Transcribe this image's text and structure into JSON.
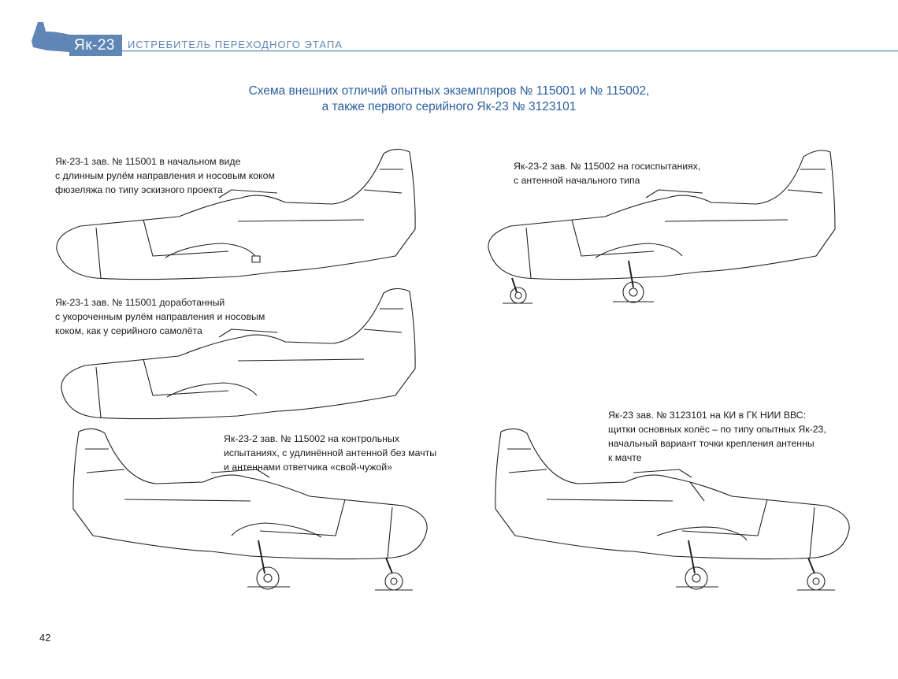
{
  "header": {
    "model": "Як-23",
    "series_title": "ИСТРЕБИТЕЛЬ ПЕРЕХОДНОГО ЭТАПА",
    "colors": {
      "tab": "#5f86b5",
      "rule": "#6e90bd"
    },
    "logo": "aircraft-silhouette-icon"
  },
  "title": {
    "line1": "Схема внешних отличий опытных экземпляров № 115001 и № 115002,",
    "line2": "а также первого серийного Як-23 № 3123101"
  },
  "captions": [
    {
      "id": "115001-initial",
      "lines": [
        "Як-23-1 зав. № 115001 в начальном виде",
        "с длинным рулём направления и носовым коком",
        "фюзеляжа по типу эскизного проекта"
      ]
    },
    {
      "id": "115001-modified",
      "lines": [
        "Як-23-1 зав. № 115001 доработанный",
        "с укороченным рулём направления и носовым",
        "коком, как у серийного самолёта"
      ]
    },
    {
      "id": "115002-control",
      "lines": [
        "Як-23-2 зав. № 115002 на контрольных",
        "испытаниях, с удлинённой антенной без мачты",
        "и антеннами ответчика «свой-чужой»"
      ]
    },
    {
      "id": "115002-state",
      "lines": [
        "Як-23-2 зав. № 115002 на госиспытаниях,",
        "с антенной начального типа"
      ]
    },
    {
      "id": "3123101-ki",
      "lines": [
        "Як-23 зав. № 3123101 на КИ в ГК НИИ ВВС:",
        "щитки основных колёс – по типу опытных Як-23,",
        "начальный вариант точки крепления антенны",
        "к мачте"
      ]
    }
  ],
  "page_number": "42"
}
